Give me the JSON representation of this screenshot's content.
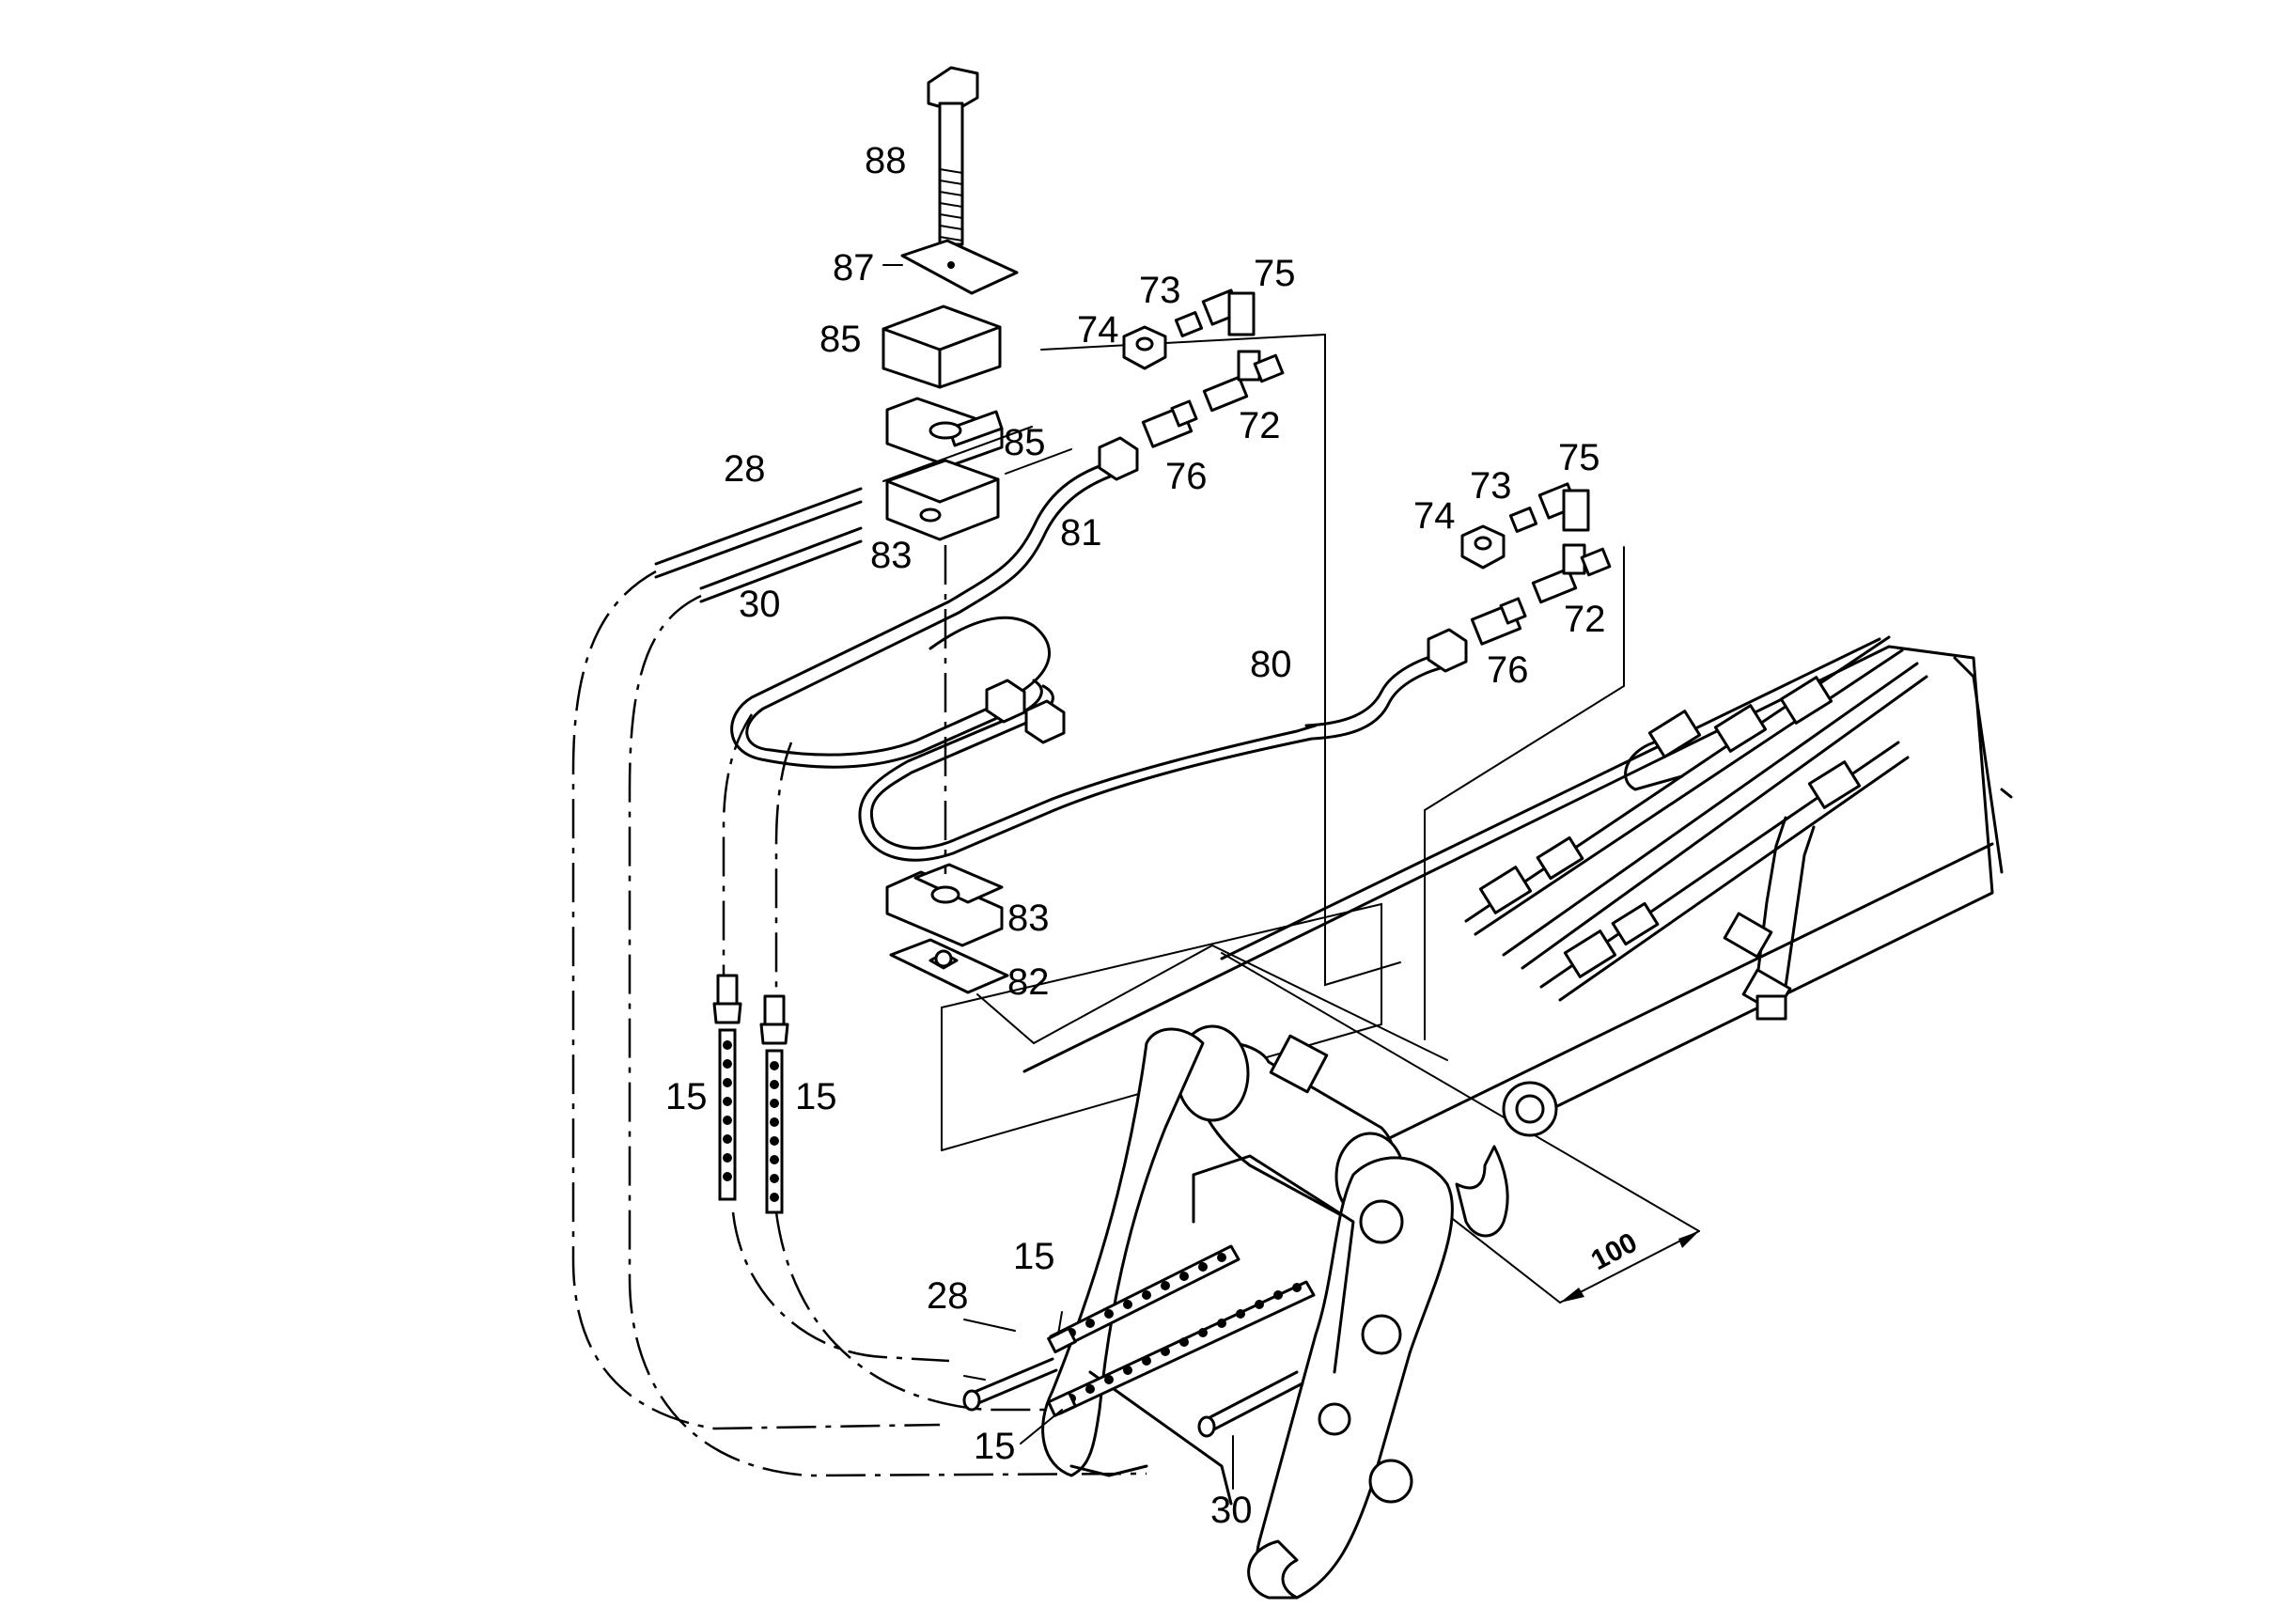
{
  "labels": {
    "p88": "88",
    "p87": "87",
    "p85_top": "85",
    "p85_mid": "85",
    "p83_mid": "83",
    "p83_low": "83",
    "p82": "82",
    "p81": "81",
    "p80": "80",
    "p76_a": "76",
    "p76_b": "76",
    "p72_a": "72",
    "p72_b": "72",
    "p73_a": "73",
    "p73_b": "73",
    "p74_a": "74",
    "p74_b": "74",
    "p75_a": "75",
    "p75_b": "75",
    "p28_a": "28",
    "p28_b": "28",
    "p30_a": "30",
    "p30_b": "30",
    "p15_a": "15",
    "p15_b": "15",
    "p15_c": "15",
    "p15_d": "15"
  },
  "dimension": {
    "value": "100"
  }
}
